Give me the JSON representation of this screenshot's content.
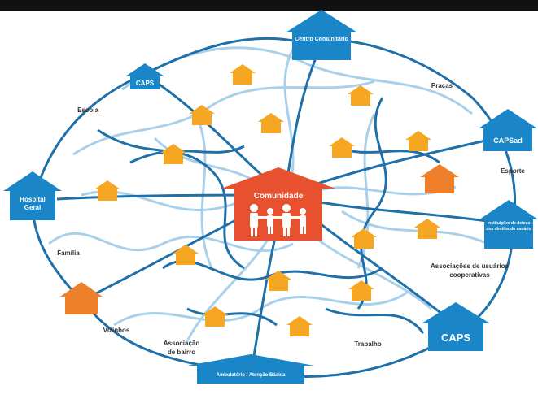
{
  "colors": {
    "blue": "#1a86c7",
    "light_blue": "#9bc8e6",
    "orange": "#f5a623",
    "red": "#e8512f",
    "dark_orange": "#ee7f2b"
  },
  "center": {
    "label": "Comunidade"
  },
  "blue_nodes": [
    {
      "label": "CAPS"
    },
    {
      "label": "Centro Comunitário"
    },
    {
      "label": "CAPSad"
    },
    {
      "label": "Hospital Geral"
    },
    {
      "label": "Instituições de defesa dos direitos do usuário"
    },
    {
      "label": "CAPS"
    },
    {
      "label": "Ambulatório / Atenção Básica"
    }
  ],
  "orange_nodes": [
    {
      "label": ""
    },
    {
      "label": ""
    }
  ],
  "texts": {
    "escola": "Escola",
    "praças": "Praças",
    "esporte": "Esporte",
    "associacoes": "Associações de usuários",
    "cooperativas": "cooperativas",
    "familia": "Família",
    "vizinhos": "Vizinhos",
    "associacao_bairro_1": "Associação",
    "associacao_bairro_2": "de bairro",
    "trabalho": "Trabalho"
  }
}
